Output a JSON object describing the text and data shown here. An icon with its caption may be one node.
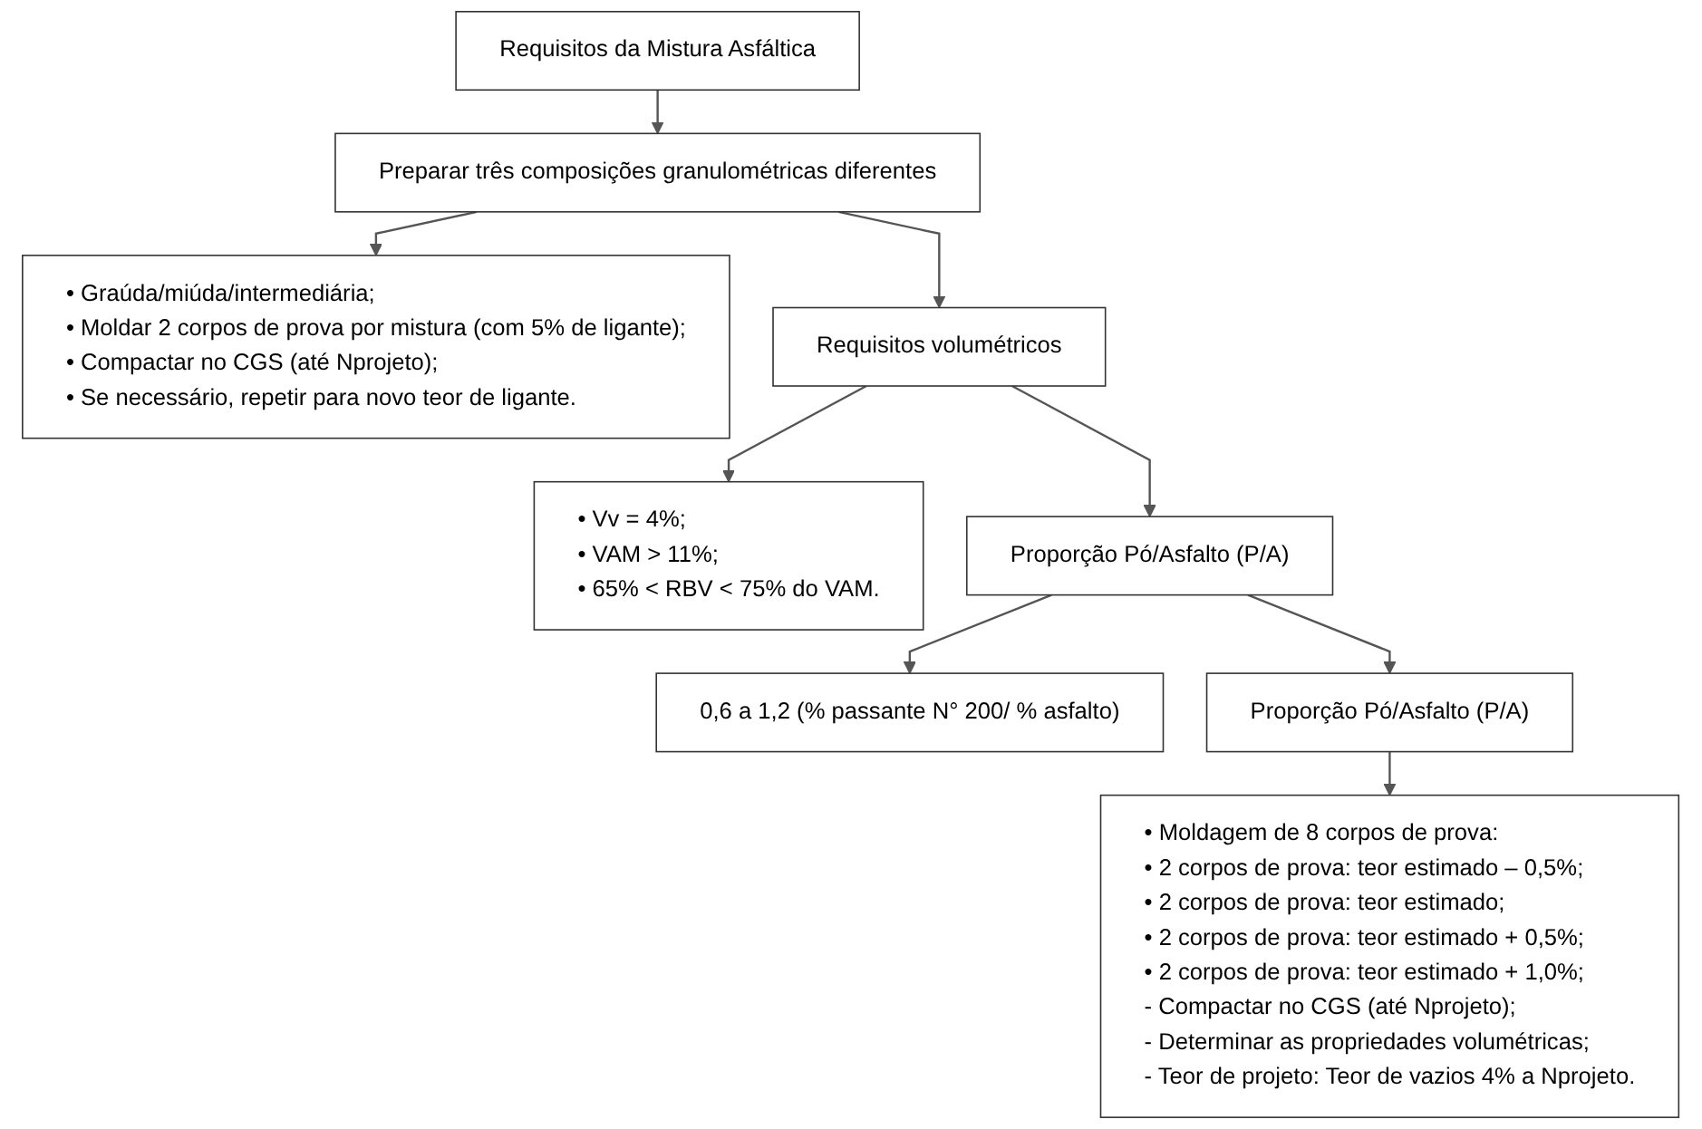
{
  "diagram": {
    "nodes": [
      {
        "text": [
          "Requisitos da Mistura Asfáltica"
        ]
      },
      {
        "text": [
          "Preparar três composições granulométricas diferentes"
        ]
      },
      {
        "text": [
          "• Graúda/miúda/intermediária;",
          "• Moldar 2 corpos de prova por mistura (com 5% de ligante);",
          "• Compactar no CGS (até Nprojeto);",
          "• Se necessário, repetir para novo teor de ligante."
        ]
      },
      {
        "text": [
          "Requisitos volumétricos"
        ]
      },
      {
        "text": [
          "• Vv = 4%;",
          "• VAM > 11%;",
          "• 65% < RBV < 75% do VAM."
        ]
      },
      {
        "text": [
          "Proporção Pó/Asfalto (P/A)"
        ]
      },
      {
        "text": [
          "0,6 a 1,2 (% passante N° 200/ % asfalto)"
        ]
      },
      {
        "text": [
          "Proporção Pó/Asfalto (P/A)"
        ]
      },
      {
        "text": [
          "• Moldagem de 8 corpos de prova:",
          "• 2 corpos de prova: teor estimado – 0,5%;",
          "• 2 corpos de prova: teor estimado;",
          "• 2 corpos de prova: teor estimado + 0,5%;",
          "• 2 corpos de prova: teor estimado + 1,0%;",
          "- Compactar no CGS (até Nprojeto);",
          "- Determinar as propriedades volumétricas;",
          "- Teor de projeto: Teor de vazios 4% a Nprojeto."
        ]
      }
    ],
    "edges": [
      {
        "from": 0,
        "to": 1,
        "arrow": "to"
      },
      {
        "from": 1,
        "to": 2,
        "arrow": "to"
      },
      {
        "from": 1,
        "to": 3,
        "arrow": "to"
      },
      {
        "from": 3,
        "to": 4,
        "arrow": "to"
      },
      {
        "from": 3,
        "to": 5,
        "arrow": "to"
      },
      {
        "from": 5,
        "to": 6,
        "arrow": "to"
      },
      {
        "from": 5,
        "to": 7,
        "arrow": "to"
      },
      {
        "from": 7,
        "to": 8,
        "arrow": "to"
      }
    ]
  }
}
